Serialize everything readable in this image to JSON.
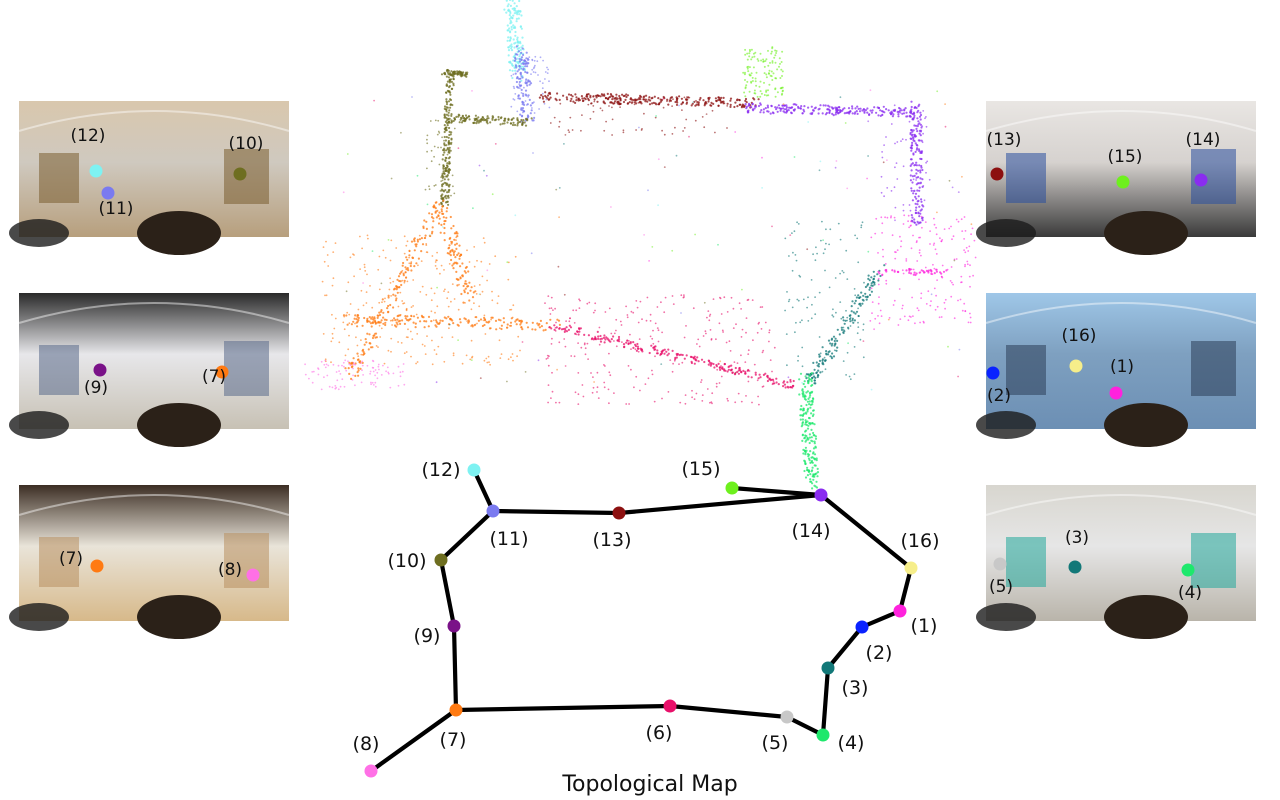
{
  "figure": {
    "caption": "Topological Map"
  },
  "topological_map": {
    "nodes": [
      {
        "id": 1,
        "label": "(1)",
        "color": "#ff22dd"
      },
      {
        "id": 2,
        "label": "(2)",
        "color": "#0a22ff"
      },
      {
        "id": 3,
        "label": "(3)",
        "color": "#127878"
      },
      {
        "id": 4,
        "label": "(4)",
        "color": "#1ee86c"
      },
      {
        "id": 5,
        "label": "(5)",
        "color": "#c8c8c8"
      },
      {
        "id": 6,
        "label": "(6)",
        "color": "#e8106a"
      },
      {
        "id": 7,
        "label": "(7)",
        "color": "#ff7a12"
      },
      {
        "id": 8,
        "label": "(8)",
        "color": "#ff70e6"
      },
      {
        "id": 9,
        "label": "(9)",
        "color": "#7a1288"
      },
      {
        "id": 10,
        "label": "(10)",
        "color": "#6e6e20"
      },
      {
        "id": 11,
        "label": "(11)",
        "color": "#7a7af0"
      },
      {
        "id": 12,
        "label": "(12)",
        "color": "#7ef2f2"
      },
      {
        "id": 13,
        "label": "(13)",
        "color": "#8c1010"
      },
      {
        "id": 14,
        "label": "(14)",
        "color": "#8a2cf0"
      },
      {
        "id": 15,
        "label": "(15)",
        "color": "#6ef01e"
      },
      {
        "id": 16,
        "label": "(16)",
        "color": "#f6ee8a"
      }
    ],
    "edges": [
      [
        1,
        2
      ],
      [
        2,
        3
      ],
      [
        3,
        4
      ],
      [
        4,
        5
      ],
      [
        5,
        6
      ],
      [
        6,
        7
      ],
      [
        7,
        8
      ],
      [
        7,
        9
      ],
      [
        9,
        10
      ],
      [
        10,
        11
      ],
      [
        11,
        12
      ],
      [
        11,
        13
      ],
      [
        13,
        14
      ],
      [
        14,
        15
      ],
      [
        14,
        16
      ],
      [
        16,
        1
      ]
    ]
  },
  "panoramas": [
    {
      "name": "pano-left-1",
      "markers": [
        {
          "label": "(12)",
          "node": 12
        },
        {
          "label": "(11)",
          "node": 11
        },
        {
          "label": "(10)",
          "node": 10
        }
      ]
    },
    {
      "name": "pano-left-2",
      "markers": [
        {
          "label": "(9)",
          "node": 9
        },
        {
          "label": "(7)",
          "node": 7
        }
      ]
    },
    {
      "name": "pano-left-3",
      "markers": [
        {
          "label": "(7)",
          "node": 7
        },
        {
          "label": "(8)",
          "node": 8
        }
      ]
    },
    {
      "name": "pano-right-1",
      "markers": [
        {
          "label": "(13)",
          "node": 13
        },
        {
          "label": "(15)",
          "node": 15
        },
        {
          "label": "(14)",
          "node": 14
        }
      ]
    },
    {
      "name": "pano-right-2",
      "markers": [
        {
          "label": "(16)",
          "node": 16
        },
        {
          "label": "(1)",
          "node": 1
        },
        {
          "label": "(2)",
          "node": 2
        }
      ]
    },
    {
      "name": "pano-right-3",
      "markers": [
        {
          "label": "(3)",
          "node": 3
        },
        {
          "label": "(4)",
          "node": 4
        },
        {
          "label": "(5)",
          "node": 5
        }
      ]
    }
  ],
  "point_cloud": {
    "segment_colors": [
      "#8c1010",
      "#8a2cf0",
      "#6e6e20",
      "#7a7af0",
      "#7ef2f2",
      "#ff7a12",
      "#e8106a",
      "#127878",
      "#1ee86c",
      "#ff22dd",
      "#6ef01e",
      "#ff70e6"
    ]
  }
}
